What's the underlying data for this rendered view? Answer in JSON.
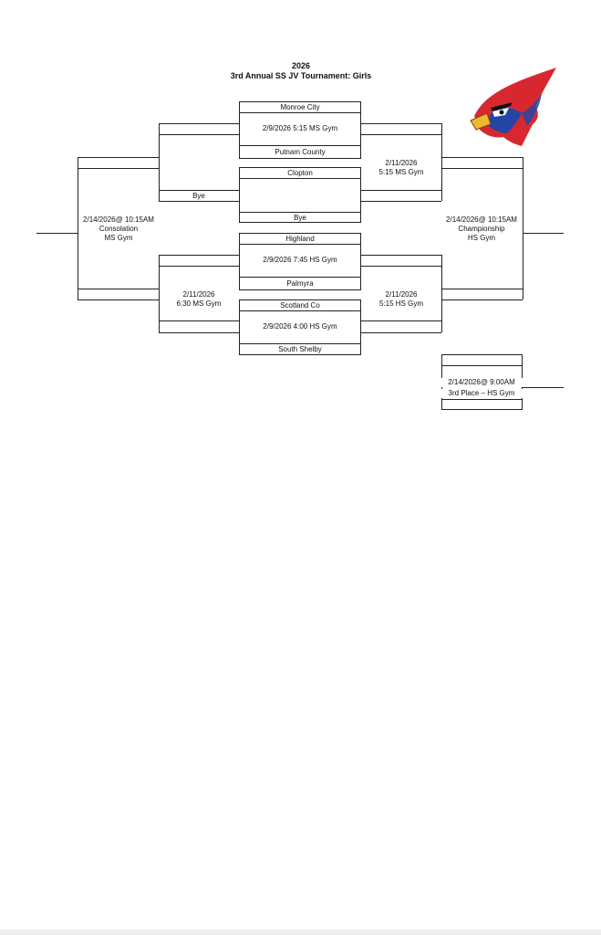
{
  "header": {
    "year": "2026",
    "title": "3rd Annual SS JV Tournament:  Girls"
  },
  "round1": {
    "game1": {
      "top_team": "Monroe City",
      "info": "2/9/2026  5:15 MS Gym",
      "bottom_team": "Putnam County"
    },
    "game2": {
      "top_team": "Clopton",
      "bottom_team": "Bye"
    },
    "game3": {
      "top_team": "Highland",
      "info": "2/9/2026 7:45 HS Gym",
      "bottom_team": "Palmyra"
    },
    "game4": {
      "top_team": "Scotland Co",
      "info": "2/9/2026 4:00 HS Gym",
      "bottom_team": "South Shelby"
    }
  },
  "consolation_bracket": {
    "bye_label": "Bye",
    "semi": {
      "date": "2/11/2026",
      "info": "6:30 MS Gym"
    },
    "final": {
      "date": "2/14/2026@ 10:15AM",
      "name": "Consolation",
      "venue": "MS Gym"
    }
  },
  "winners_bracket": {
    "semi_top": {
      "date": "2/11/2026",
      "info": "5:15 MS Gym"
    },
    "semi_bottom": {
      "date": "2/11/2026",
      "info": "5:15 HS Gym"
    },
    "final": {
      "date": "2/14/2026@ 10:15AM",
      "name": "Championship",
      "venue": "HS Gym"
    }
  },
  "third_place": {
    "date": "2/14/2026@ 9:00AM",
    "name": "3rd Place – HS Gym"
  },
  "logo": {
    "icon": "cardinal-mascot-icon",
    "colors": {
      "red": "#d7282f",
      "blue": "#2446a6",
      "beak": "#f2b632"
    }
  }
}
